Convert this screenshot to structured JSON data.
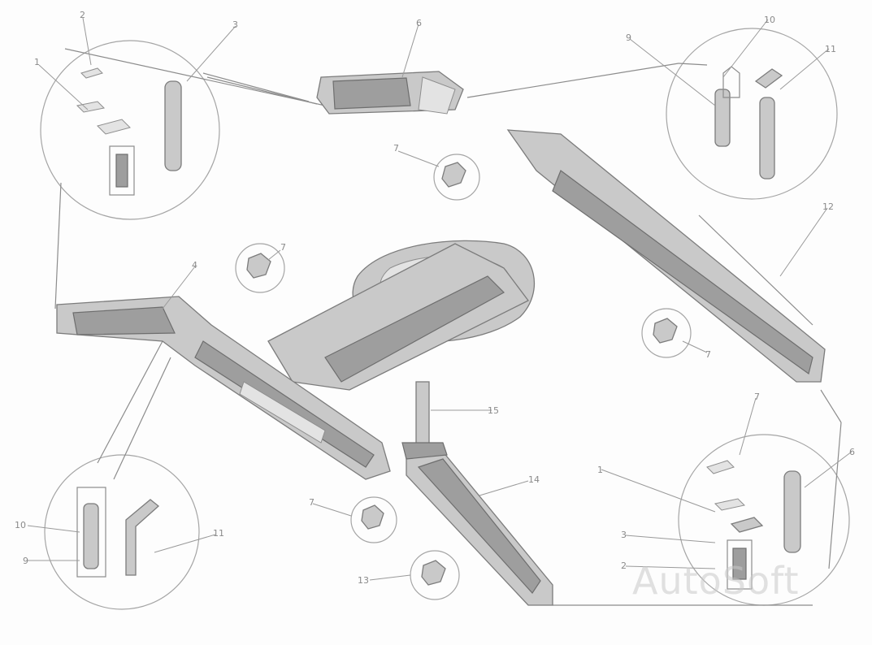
{
  "diagram": {
    "callouts": [
      {
        "id": "c1",
        "text": "2"
      },
      {
        "id": "c2",
        "text": "3"
      },
      {
        "id": "c3",
        "text": "1"
      },
      {
        "id": "c4",
        "text": "6"
      },
      {
        "id": "c5",
        "text": "7"
      },
      {
        "id": "c6",
        "text": "10"
      },
      {
        "id": "c7",
        "text": "11"
      },
      {
        "id": "c8",
        "text": "9"
      },
      {
        "id": "c9",
        "text": "12"
      },
      {
        "id": "c10",
        "text": "4"
      },
      {
        "id": "c11",
        "text": "7"
      },
      {
        "id": "c12",
        "text": "7"
      },
      {
        "id": "c13",
        "text": "15"
      },
      {
        "id": "c14",
        "text": "7"
      },
      {
        "id": "c15",
        "text": "14"
      },
      {
        "id": "c16",
        "text": "13"
      },
      {
        "id": "c17",
        "text": "10"
      },
      {
        "id": "c18",
        "text": "9"
      },
      {
        "id": "c19",
        "text": "11"
      },
      {
        "id": "c20",
        "text": "7"
      },
      {
        "id": "c21",
        "text": "1"
      },
      {
        "id": "c22",
        "text": "3"
      },
      {
        "id": "c23",
        "text": "2"
      },
      {
        "id": "c24",
        "text": "6"
      }
    ]
  },
  "watermark": "AutoSoft"
}
